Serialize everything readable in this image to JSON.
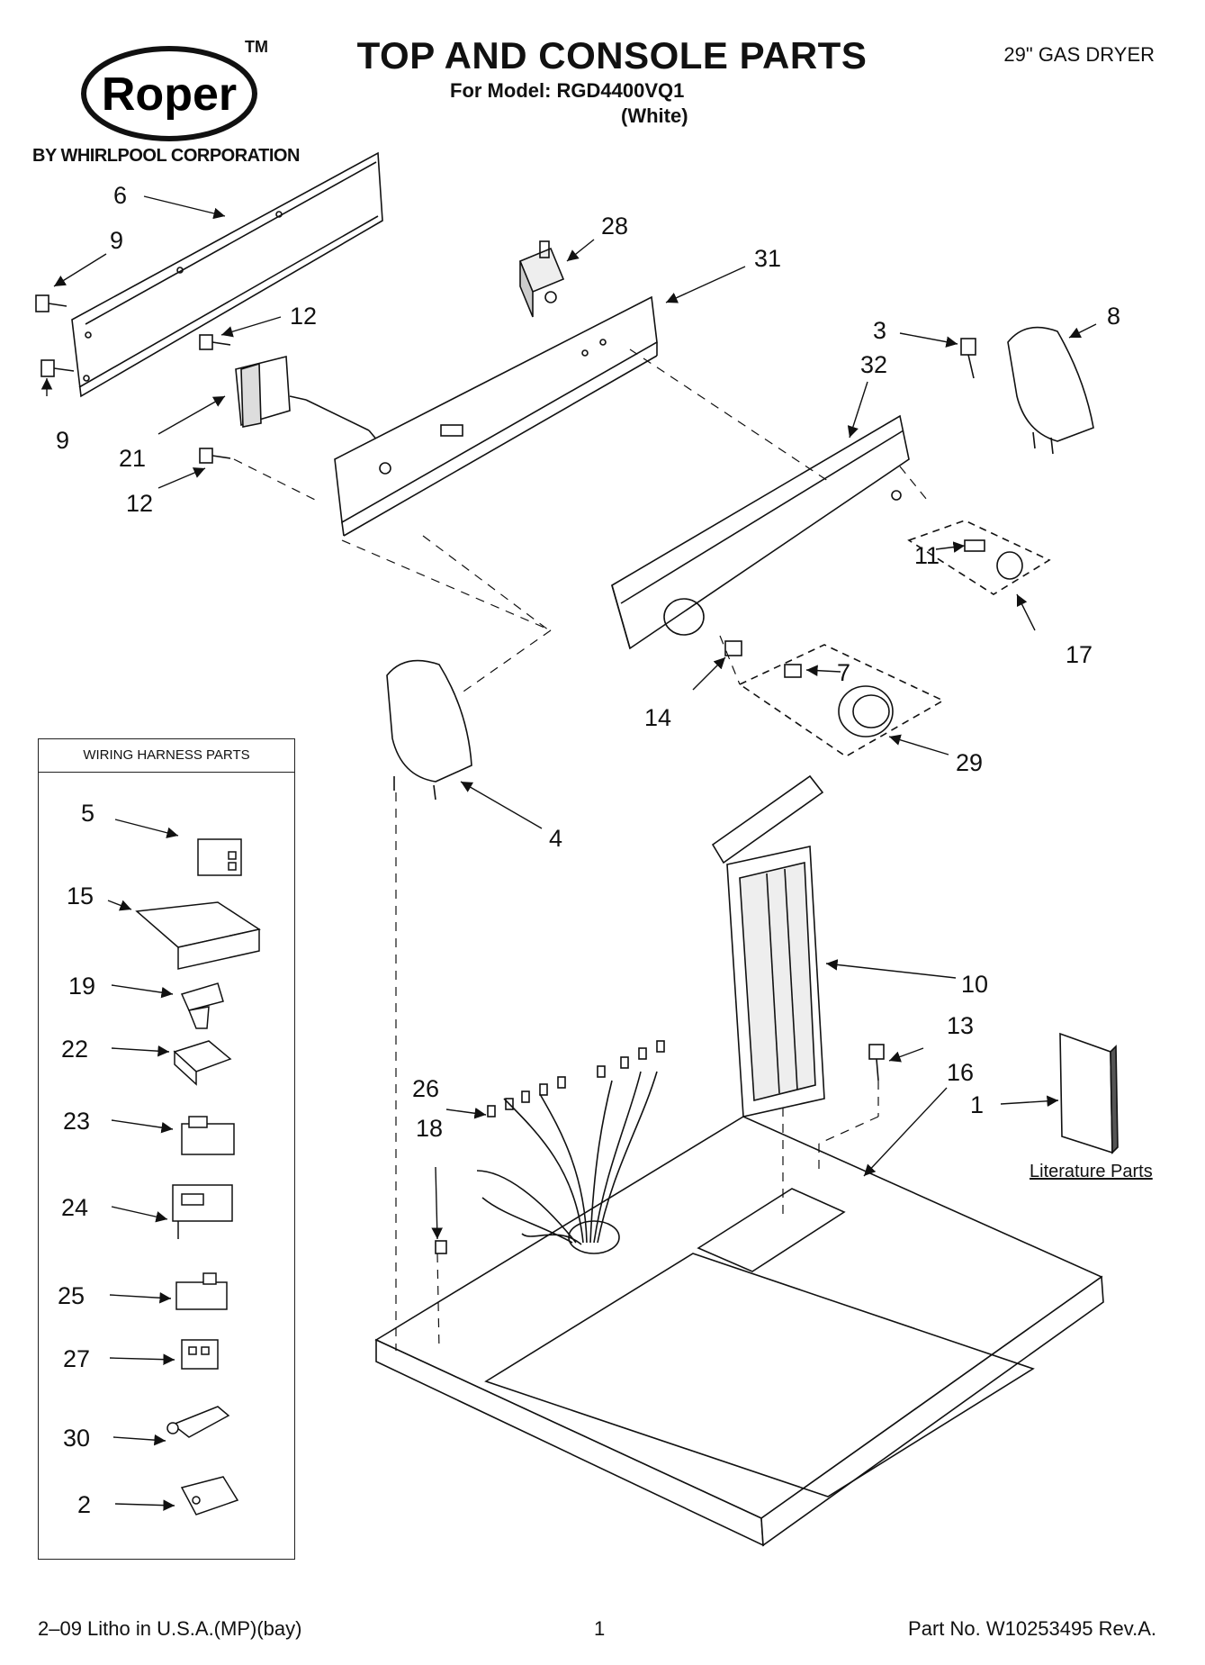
{
  "header": {
    "brand": "Roper",
    "trademark": "TM",
    "byline": "BY WHIRLPOOL CORPORATION",
    "title": "TOP AND CONSOLE PARTS",
    "model_line": "For Model: RGD4400VQ1",
    "variant": "(White)",
    "product": "29\" GAS DRYER"
  },
  "wiring_box": {
    "heading": "WIRING HARNESS PARTS"
  },
  "literature": {
    "label": "Literature Parts",
    "callout": "1"
  },
  "callouts": {
    "c6": "6",
    "c9a": "9",
    "c9b": "9",
    "c12a": "12",
    "c12b": "12",
    "c21": "21",
    "c28": "28",
    "c31": "31",
    "c3": "3",
    "c8": "8",
    "c32": "32",
    "c11": "11",
    "c17": "17",
    "c7": "7",
    "c14": "14",
    "c29": "29",
    "c4": "4",
    "c10": "10",
    "c13": "13",
    "c16": "16",
    "c26": "26",
    "c18": "18"
  },
  "wiring_callouts": {
    "w5": "5",
    "w15": "15",
    "w19": "19",
    "w22": "22",
    "w23": "23",
    "w24": "24",
    "w25": "25",
    "w27": "27",
    "w30": "30",
    "w2": "2"
  },
  "footer": {
    "left": "2–09 Litho in U.S.A.(MP)(bay)",
    "page": "1",
    "part_no": "Part No. W10253495 Rev.A."
  }
}
